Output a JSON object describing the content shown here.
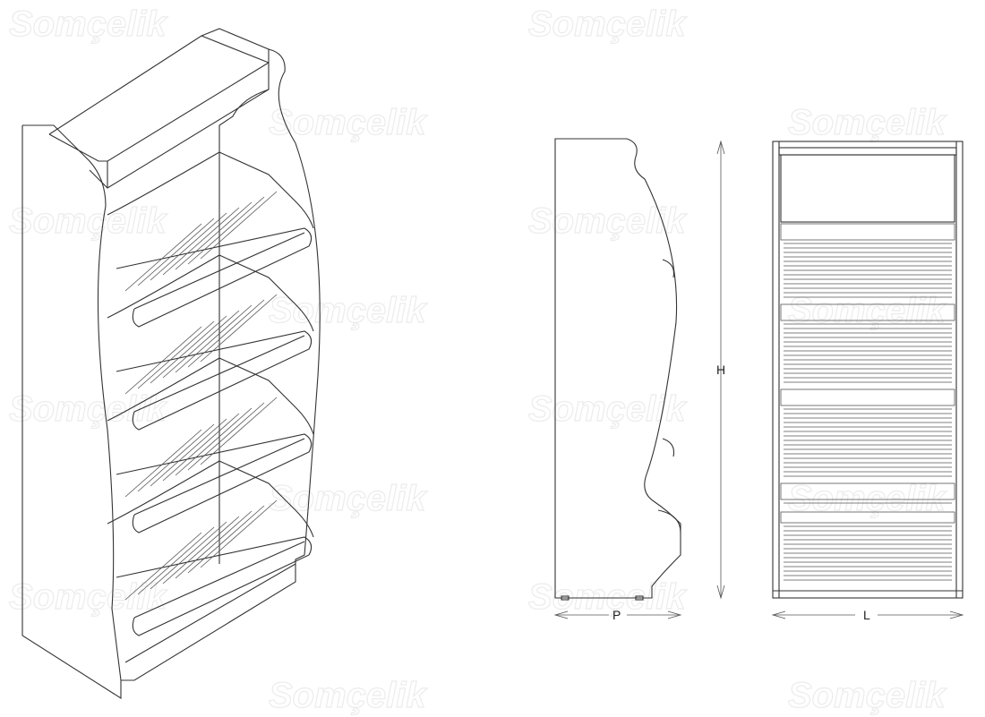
{
  "watermark": {
    "text": "Somçelik"
  },
  "dimensions": {
    "depth_label": "P",
    "height_label": "H",
    "width_label": "L"
  },
  "views": {
    "isometric_shelves": 4,
    "side_view": true,
    "front_view_shelves": 4
  },
  "colors": {
    "line": "#333333",
    "watermark": "#ececec",
    "background": "#ffffff"
  }
}
